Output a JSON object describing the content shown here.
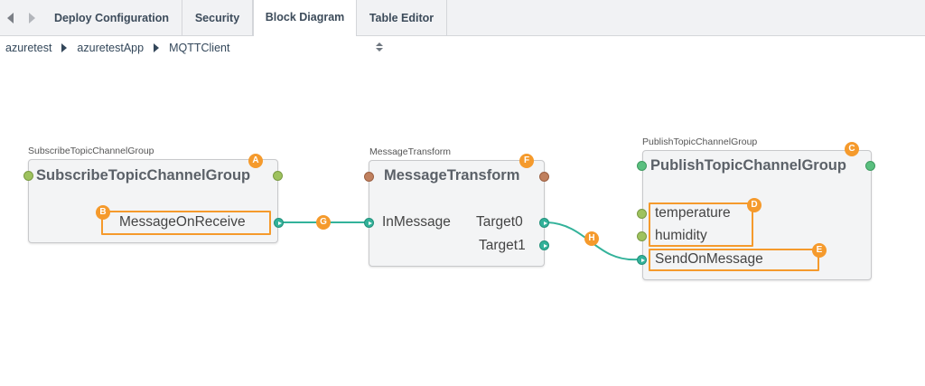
{
  "tabs": [
    {
      "label": "Deploy Configuration",
      "active": false
    },
    {
      "label": "Security",
      "active": false
    },
    {
      "label": "Block Diagram",
      "active": true
    },
    {
      "label": "Table Editor",
      "active": false
    }
  ],
  "breadcrumb": [
    "azuretest",
    "azuretestApp",
    "MQTTClient"
  ],
  "blocks": {
    "subscribe": {
      "group_label": "SubscribeTopicChannelGroup",
      "title": "SubscribeTopicChannelGroup",
      "badge": "A",
      "output": {
        "label": "MessageOnReceive",
        "badge": "B"
      }
    },
    "transform": {
      "group_label": "MessageTransform",
      "title": "MessageTransform",
      "badge": "F",
      "input": {
        "label": "InMessage"
      },
      "outputs": [
        {
          "label": "Target0"
        },
        {
          "label": "Target1"
        }
      ]
    },
    "publish": {
      "group_label": "PublishTopicChannelGroup",
      "title": "PublishTopicChannelGroup",
      "badge": "C",
      "inputs": [
        {
          "label": "temperature"
        },
        {
          "label": "humidity"
        }
      ],
      "inputs_badge": "D",
      "event_input": {
        "label": "SendOnMessage",
        "badge": "E"
      }
    }
  },
  "connections": [
    {
      "badge": "G"
    },
    {
      "badge": "H"
    }
  ],
  "colors": {
    "accent": "#f59a2c",
    "wire": "#33b29a",
    "port_green": "#5abf7f",
    "port_olive": "#9ec25e",
    "port_brown": "#c0805e"
  }
}
